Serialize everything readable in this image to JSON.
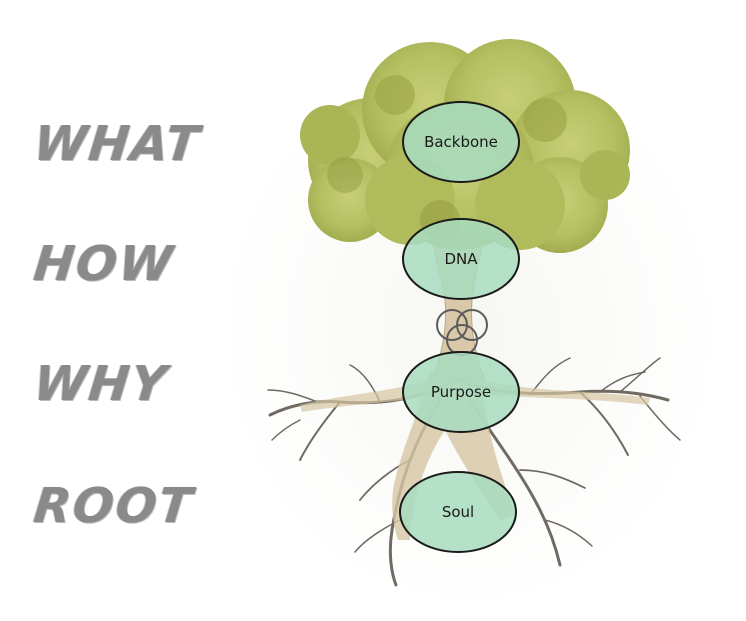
{
  "side_labels": {
    "what": "WHAT",
    "how": "HOW",
    "why": "WHY",
    "root": "ROOT"
  },
  "nodes": {
    "backbone": "Backbone",
    "dna": "DNA",
    "purpose": "Purpose",
    "soul": "Soul"
  },
  "colors": {
    "node_fill": "#a8dcc0",
    "node_stroke": "#1a1a1a",
    "foliage": "#b7c46a",
    "foliage_dark": "#8f9a3e",
    "trunk": "#d8c7a6",
    "root_line": "#6f6a62",
    "label_gray": "#8a8a8a"
  }
}
